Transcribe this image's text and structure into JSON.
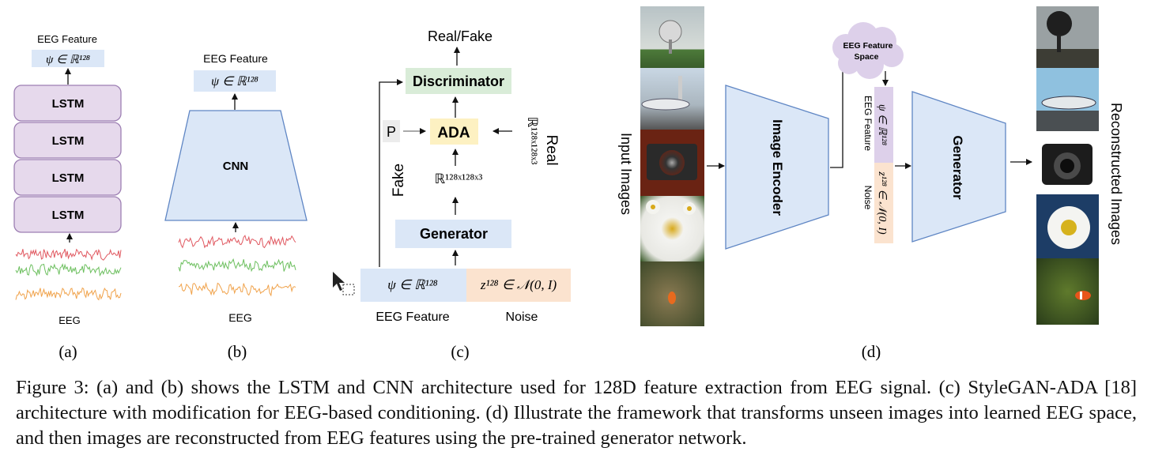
{
  "panel_a": {
    "top_label": "EEG Feature",
    "feature": "ψ ∈ ℝ¹²⁸",
    "lstm_blocks": [
      "LSTM",
      "LSTM",
      "LSTM",
      "LSTM"
    ],
    "bottom_label": "EEG",
    "sublabel": "(a)"
  },
  "panel_b": {
    "top_label": "EEG Feature",
    "feature": "ψ ∈ ℝ¹²⁸",
    "network": "CNN",
    "bottom_label": "EEG",
    "sublabel": "(b)"
  },
  "panel_c": {
    "output": "Real/Fake",
    "discriminator": "Discriminator",
    "ada": "ADA",
    "p_label": "P",
    "real_label": "Real",
    "real_dims": "ℝ¹²⁸ˣ¹²⁸ˣ³",
    "fake_label": "Fake",
    "fake_dims": "ℝ¹²⁸ˣ¹²⁸ˣ³",
    "generator": "Generator",
    "feature": "ψ ∈ ℝ¹²⁸",
    "noise": "z¹²⁸ ∈ 𝒩(0, I)",
    "feature_label": "EEG Feature",
    "noise_label": "Noise",
    "sublabel": "(c)"
  },
  "panel_d": {
    "input_label": "Input Images",
    "encoder": "Image Encoder",
    "cloud_line1": "EEG Feature",
    "cloud_line2": "Space",
    "feature": "ψ ∈ ℝ¹²⁸",
    "feature_label": "EEG Feature",
    "noise": "z¹²⁸ ∈ 𝒩(0, I)",
    "noise_label": "Noise",
    "generator": "Generator",
    "output_label": "Reconstructed Images",
    "sublabel": "(d)"
  },
  "caption": "Figure 3: (a) and (b) shows the LSTM and CNN architecture used for 128D feature extraction from EEG signal. (c) StyleGAN-ADA [18] architecture with modification for EEG-based conditioning. (d) Illustrate the framework that transforms unseen images into learned EEG space, and then images are reconstructed from EEG features using the pre-trained generator network.",
  "colors": {
    "lstm_fill": "#e6d9ec",
    "lstm_stroke": "#9d7fb3",
    "feature_fill": "#dbe7f7",
    "trapezoid_fill": "#dbe7f7",
    "trapezoid_stroke": "#5f86c4",
    "discriminator_fill": "#d9ecd8",
    "ada_fill": "#fdf1c2",
    "noise_fill": "#fbe3cf",
    "cloud_fill": "#ddd0ea",
    "eeg_red": "#e0575f",
    "eeg_green": "#6cbf5e",
    "eeg_orange": "#f0a24a"
  }
}
